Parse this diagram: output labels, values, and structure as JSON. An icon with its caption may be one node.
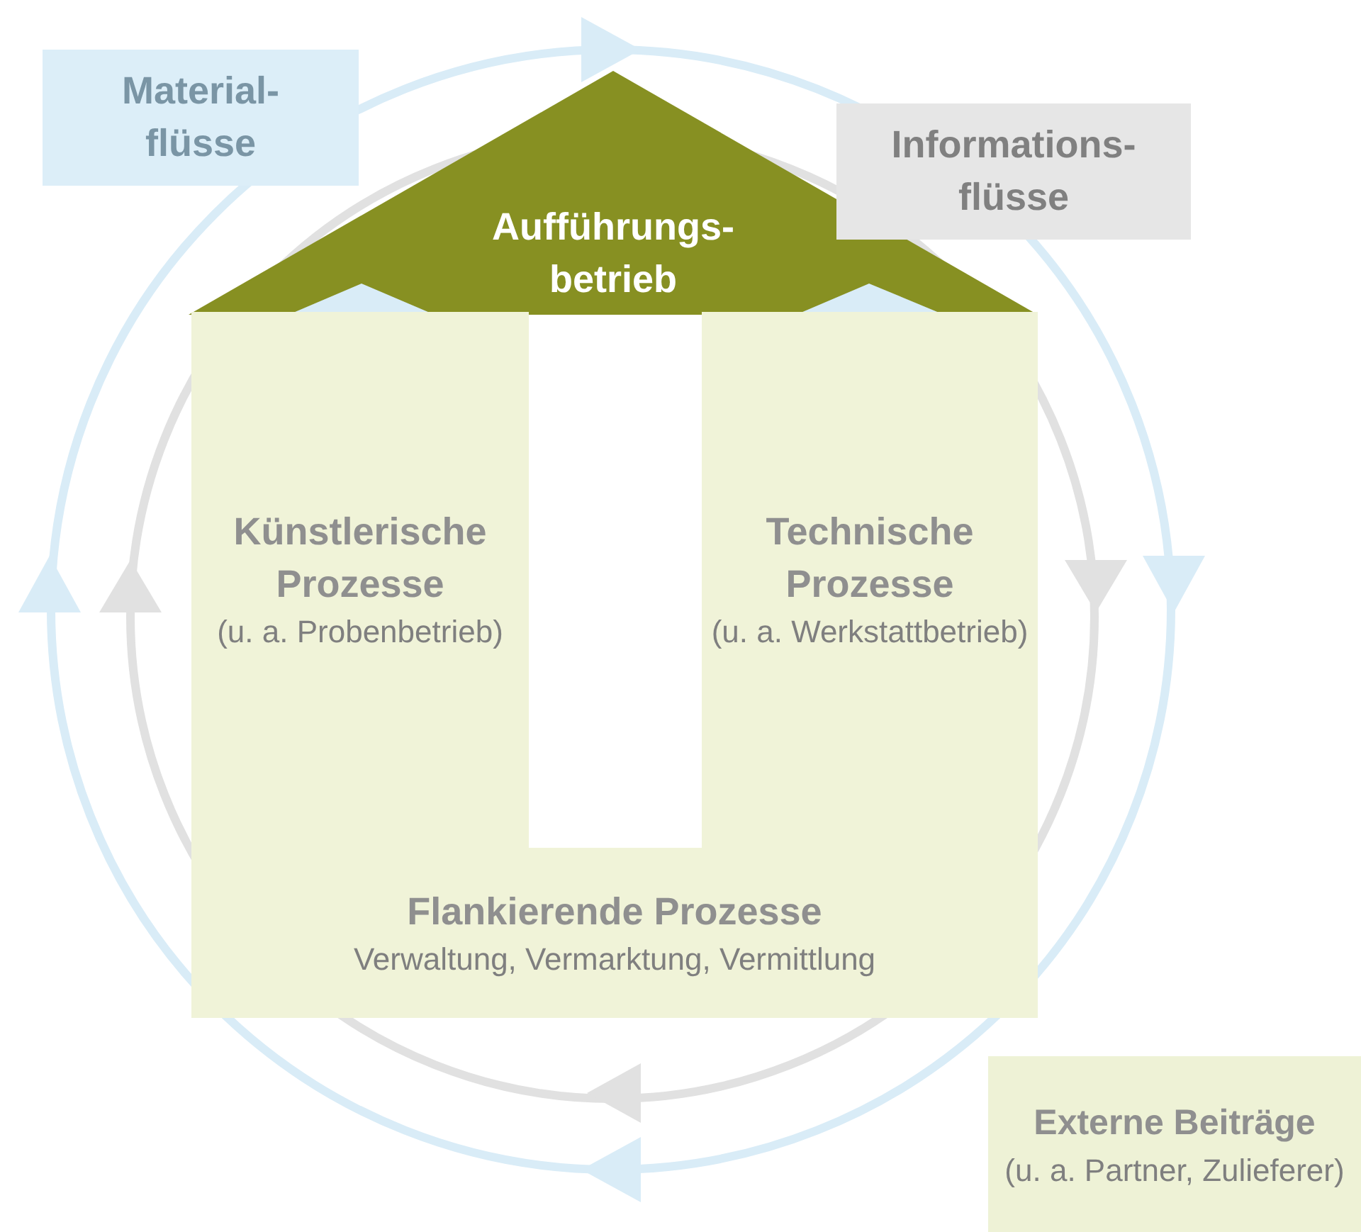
{
  "diagram": {
    "nodes": [
      {
        "text": [
          "Aufführungs- betrieb"
        ]
      },
      {
        "text": [
          "Künstlerische Prozesse",
          "(u. a. Probenbetrieb)"
        ]
      },
      {
        "text": [
          "Technische Prozesse",
          "(u. a. Werkstattbetrieb)"
        ]
      },
      {
        "text": [
          "Flankierende Prozesse",
          "Verwaltung, Vermarktung, Vermittlung"
        ]
      },
      {
        "text": [
          "Externe Beiträge",
          "(u. a. Partner, Zulieferer)"
        ]
      },
      {
        "text": [
          "Material- flüsse"
        ]
      },
      {
        "text": [
          "Informations- flüsse"
        ]
      }
    ],
    "edges": []
  }
}
